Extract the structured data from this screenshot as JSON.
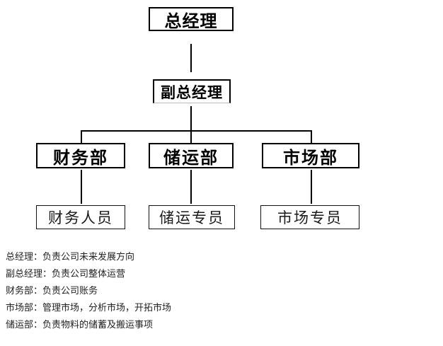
{
  "chart": {
    "type": "org-chart",
    "title": "",
    "levels": [
      {
        "level": 1,
        "nodes": [
          {
            "id": "gm",
            "label": "总经理"
          }
        ]
      },
      {
        "level": 2,
        "nodes": [
          {
            "id": "dgm",
            "label": "副总经理"
          }
        ]
      },
      {
        "level": 3,
        "nodes": [
          {
            "id": "finance_dept",
            "label": "财务部"
          },
          {
            "id": "logistics_dept",
            "label": "储运部"
          },
          {
            "id": "marketing_dept",
            "label": "市场部"
          }
        ]
      },
      {
        "level": 4,
        "nodes": [
          {
            "id": "finance_staff",
            "label": "财务人员"
          },
          {
            "id": "logistics_staff",
            "label": "储运专员"
          },
          {
            "id": "marketing_staff",
            "label": "市场专员"
          }
        ]
      }
    ],
    "edges": [
      {
        "from": "gm",
        "to": "dgm"
      },
      {
        "from": "dgm",
        "to": "finance_dept"
      },
      {
        "from": "dgm",
        "to": "logistics_dept"
      },
      {
        "from": "dgm",
        "to": "marketing_dept"
      },
      {
        "from": "finance_dept",
        "to": "finance_staff"
      },
      {
        "from": "logistics_dept",
        "to": "logistics_staff"
      },
      {
        "from": "marketing_dept",
        "to": "marketing_staff"
      }
    ]
  },
  "legend": {
    "lines": [
      "总经理：负责公司未来发展方向",
      "副总经理：负责公司整体运营",
      "财务部：负责公司账务",
      "市场部：管理市场，分析市场，开拓市场",
      "储运部：负责物料的储蓄及搬运事项"
    ]
  },
  "colors": {
    "background": "#ffffff",
    "line": "#000000",
    "text": "#000000",
    "legend_text": "#222222",
    "faint_line": "#b9b9b9"
  }
}
